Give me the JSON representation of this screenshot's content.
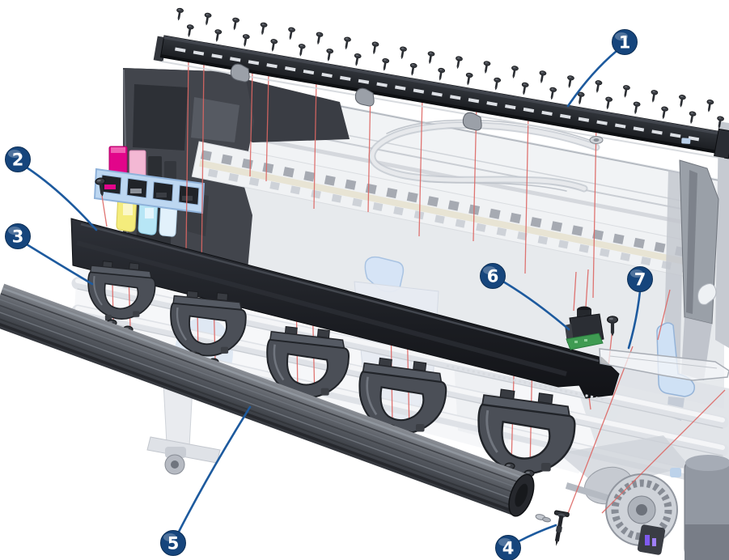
{
  "diagram": {
    "figure_type": "exploded-parts-diagram",
    "subject": "large-format-printer-paper-path-assembly",
    "callouts": [
      {
        "label": "1",
        "part": "entry-platen-rail-and-screws"
      },
      {
        "label": "2",
        "part": "media-deflector-beam"
      },
      {
        "label": "3",
        "part": "pinch-wheel-clamp"
      },
      {
        "label": "4",
        "part": "roller-latch-pin"
      },
      {
        "label": "5",
        "part": "media-input-roller"
      },
      {
        "label": "6",
        "part": "media-sensor"
      },
      {
        "label": "7",
        "part": "sensor-bracket"
      }
    ],
    "colors": {
      "background": "#ffffff",
      "callout_fill": "#16457c",
      "callout_highlight": "#4e8ac2",
      "callout_text": "#ffffff",
      "leader_line": "#1d5a9e",
      "assembly_line": "#dd6663",
      "part_black": "#1c1e23",
      "part_gray": "#4b4f57",
      "chassis_light": "#e9ebee",
      "pcb_green": "#3f9b52",
      "ink_magenta": "#e2058a",
      "ink_pink": "#f3b8d4",
      "ink_yellow": "#f4ec7c",
      "ink_light_cyan": "#b7e6f6",
      "plastic_light_blue": "#cfe1f5"
    }
  }
}
